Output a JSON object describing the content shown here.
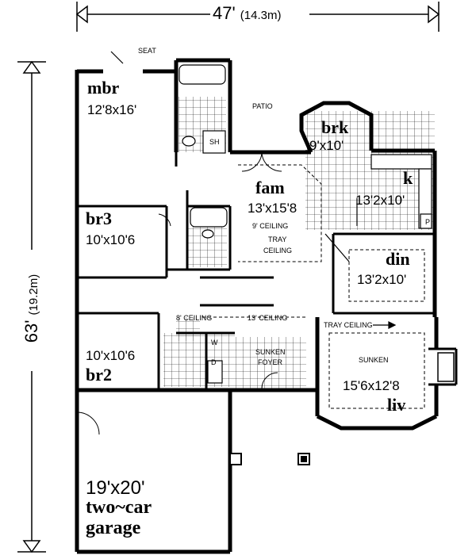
{
  "dimensions": {
    "width_ft": "47'",
    "width_m": "(14.3m)",
    "depth_ft": "63'",
    "depth_m": "(19.2m)"
  },
  "rooms": {
    "mbr": {
      "name": "mbr",
      "size": "12'8x16'"
    },
    "br3": {
      "name": "br3",
      "size": "10'x10'6"
    },
    "br2": {
      "name": "br2",
      "size": "10'x10'6"
    },
    "fam": {
      "name": "fam",
      "size": "13'x15'8"
    },
    "brk": {
      "name": "brk",
      "size": "9'x10'"
    },
    "k": {
      "name": "k",
      "size": "13'2x10'"
    },
    "din": {
      "name": "din",
      "size": "13'2x10'"
    },
    "liv": {
      "name": "liv",
      "size": "15'6x12'8",
      "note": "SUNKEN"
    },
    "garage": {
      "size": "19'x20'",
      "line1": "two~car",
      "line2": "garage"
    }
  },
  "labels": {
    "seat": "SEAT",
    "patio": "PATIO",
    "sh": "SH",
    "p": "P",
    "w": "W",
    "d": "D",
    "nine_ceiling": "9' CEILING",
    "tray_ceiling_fam_1": "TRAY",
    "tray_ceiling_fam_2": "CEILING",
    "eight_ceiling": "8' CEILING",
    "thirteen_ceiling": "13' CEILING",
    "sunken_foyer_1": "SUNKEN",
    "sunken_foyer_2": "FOYER",
    "tray_ceiling_liv": "TRAY CEILING"
  }
}
